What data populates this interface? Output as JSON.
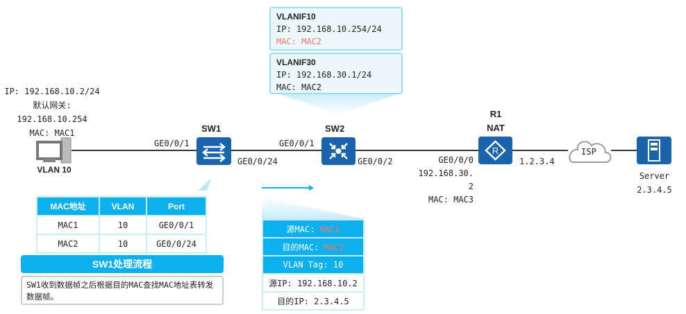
{
  "pc": {
    "ip": "IP: 192.168.10.2/24",
    "gateway_label": "默认网关:",
    "gateway": "192.168.10.254",
    "mac": "MAC: MAC1",
    "vlan": "VLAN 10"
  },
  "sw1": {
    "name": "SW1",
    "port_left": "GE0/0/1",
    "port_right": "GE0/0/24"
  },
  "sw2": {
    "name": "SW2",
    "port_left": "GE0/0/1",
    "port_right": "GE0/0/2"
  },
  "vlanif": [
    {
      "title": "VLANIF10",
      "ip": "IP: 192.168.10.254/24",
      "mac": "MAC: MAC2"
    },
    {
      "title": "VLANIF30",
      "ip": "IP: 192.168.30.1/24",
      "mac": "MAC: MAC2"
    }
  ],
  "r1": {
    "name": "R1",
    "role": "NAT",
    "port": "GE0/0/0",
    "ip_line1": "192.168.30.",
    "ip_line2": "2",
    "mac": "MAC: MAC3",
    "wan_ip": "1.2.3.4"
  },
  "cloud": {
    "label": "ISP"
  },
  "server": {
    "name": "Server",
    "ip": "2.3.4.5"
  },
  "mac_table": {
    "headers": [
      "MAC地址",
      "VLAN",
      "Port"
    ],
    "rows": [
      [
        "MAC1",
        "10",
        "GE0/0/1"
      ],
      [
        "MAC2",
        "10",
        "GE0/0/24"
      ]
    ]
  },
  "process": {
    "title": "SW1处理流程",
    "text": "SW1收到数据帧之后根据目的MAC查找MAC地址表转发数据帧。"
  },
  "packet": {
    "src_mac_label": "源MAC: ",
    "src_mac": "MAC1",
    "dst_mac_label": "目的MAC: ",
    "dst_mac": "MAC2",
    "vlan_tag": "VLAN Tag: 10",
    "src_ip": "源IP: 192.168.10.2",
    "dst_ip": "目的IP: 2.3.4.5"
  },
  "colors": {
    "accent": "#0bb0ec",
    "device": "#1a64ae",
    "highlight": "#ef7a6a"
  }
}
